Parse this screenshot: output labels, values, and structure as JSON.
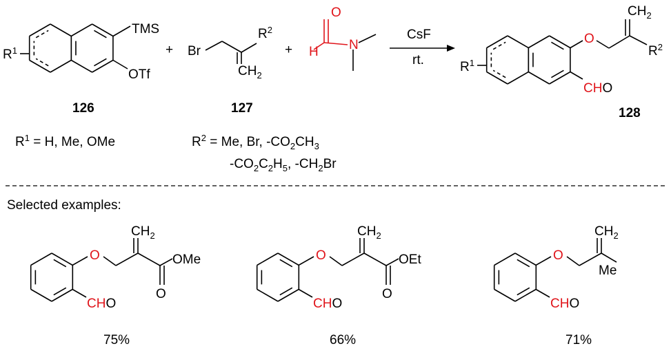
{
  "reaction": {
    "reactant1": {
      "id": "126",
      "r_base": "R",
      "r_sup": "1",
      "top_group": "TMS",
      "bottom_group": "OTf"
    },
    "plus": "+",
    "reactant2": {
      "id": "127",
      "br": "Br",
      "r_base": "R",
      "r_sup": "2",
      "ch2_base": "CH",
      "ch2_sub": "2"
    },
    "reactant3": {
      "h": "H",
      "o": "O",
      "n": "N"
    },
    "conditions": {
      "reagent": "CsF",
      "temperature": "rt."
    },
    "product": {
      "id": "128",
      "r1_base": "R",
      "r1_sup": "1",
      "o": "O",
      "r2_base": "R",
      "r2_sup": "2",
      "ch2_base": "CH",
      "ch2_sub": "2",
      "cho_red": "CH",
      "cho_black": "O"
    }
  },
  "substituents": {
    "r1_line": {
      "base": "R",
      "sup": "1",
      "rest": " = H, Me, OMe"
    },
    "r2_line1": {
      "base": "R",
      "sup": "2",
      "rest": " = Me, Br, -CO",
      "sub1": "2",
      "tail": "CH",
      "sub2": "3"
    },
    "r2_line2": {
      "a": "-CO",
      "s1": "2",
      "b": "C",
      "s2": "2",
      "c": "H",
      "s3": "5",
      "d": ", -CH",
      "s4": "2",
      "e": "Br"
    }
  },
  "examples": {
    "heading": "Selected examples:",
    "items": [
      {
        "o": "O",
        "ch2_base": "CH",
        "ch2_sub": "2",
        "ester_o": "O",
        "group": "OMe",
        "cho_red": "CH",
        "cho_black": "O",
        "yield": "75%"
      },
      {
        "o": "O",
        "ch2_base": "CH",
        "ch2_sub": "2",
        "ester_o": "O",
        "group": "OEt",
        "cho_red": "CH",
        "cho_black": "O",
        "yield": "66%"
      },
      {
        "o": "O",
        "ch2_base": "CH",
        "ch2_sub": "2",
        "group": "Me",
        "cho_red": "CH",
        "cho_black": "O",
        "yield": "71%"
      }
    ]
  },
  "colors": {
    "highlight": "#e0141a",
    "bond": "#000000"
  }
}
